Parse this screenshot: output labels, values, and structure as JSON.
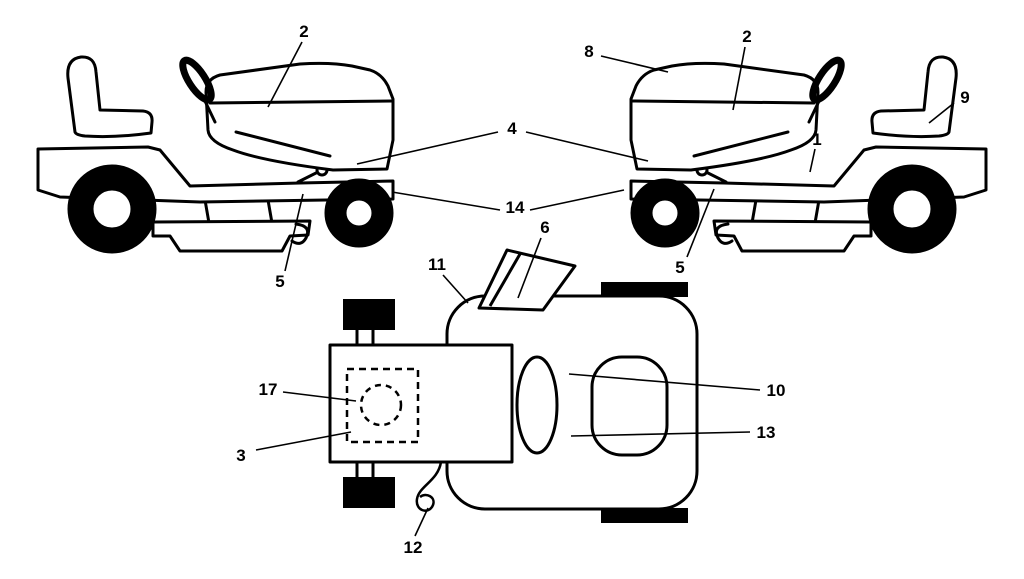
{
  "diagram": {
    "background_color": "#ffffff",
    "line_color": "#000000",
    "callouts": [
      {
        "id": "2-left-hood",
        "label": "2"
      },
      {
        "id": "4-hood-sides",
        "label": "4"
      },
      {
        "id": "14-frame-both",
        "label": "14"
      },
      {
        "id": "8-hood-top",
        "label": "8"
      },
      {
        "id": "2-right-hood",
        "label": "2"
      },
      {
        "id": "9-seat",
        "label": "9"
      },
      {
        "id": "1-fender",
        "label": "1"
      },
      {
        "id": "5-left-deck",
        "label": "5"
      },
      {
        "id": "5-right-deck",
        "label": "5"
      },
      {
        "id": "6-chute",
        "label": "6"
      },
      {
        "id": "11-body-corner",
        "label": "11"
      },
      {
        "id": "17-engine-area",
        "label": "17"
      },
      {
        "id": "10-mid-body",
        "label": "10"
      },
      {
        "id": "13-mid-body-lower",
        "label": "13"
      },
      {
        "id": "3-engine-box",
        "label": "3"
      },
      {
        "id": "12-cable",
        "label": "12"
      }
    ]
  }
}
